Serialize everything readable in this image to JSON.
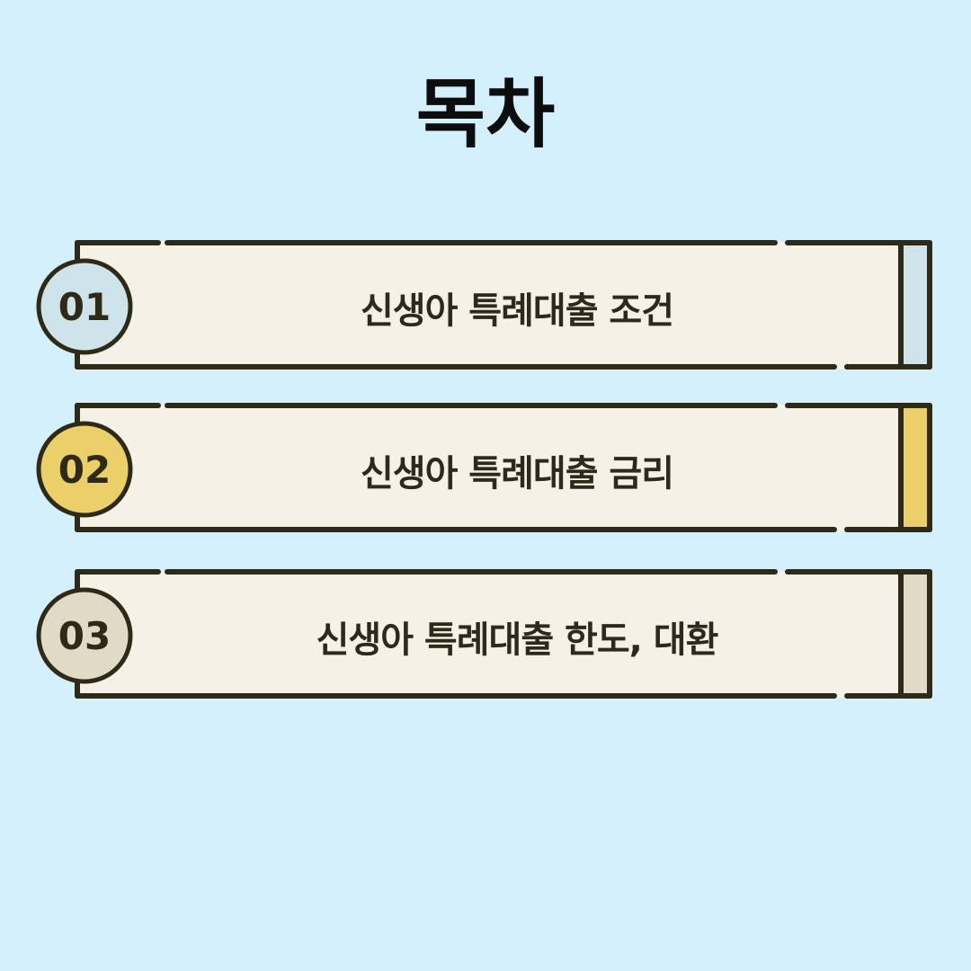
{
  "title": "목차",
  "items": [
    {
      "number": "01",
      "label": "신생아 특례대출 조건",
      "accent": "#cfe4ea"
    },
    {
      "number": "02",
      "label": "신생아 특례대출 금리",
      "accent": "#ebd069"
    },
    {
      "number": "03",
      "label": "신생아 특례대출 한도, 대환",
      "accent": "#e0dac6"
    }
  ],
  "colors": {
    "background": "#d3f0fc",
    "card": "#f5f1e6",
    "outline": "#2f2a18"
  }
}
